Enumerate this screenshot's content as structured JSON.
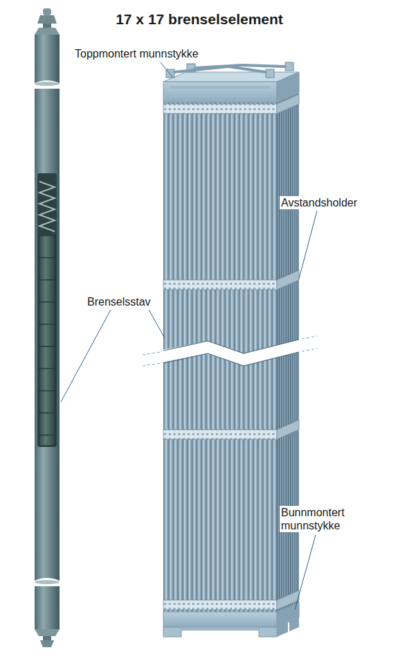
{
  "diagram": {
    "title": "17 x 17 brenselselement",
    "labels": [
      "Toppmontert munnstykke",
      "Avstandsholder",
      "Brenselsstav",
      "Bunnmontert munnstykke"
    ]
  }
}
